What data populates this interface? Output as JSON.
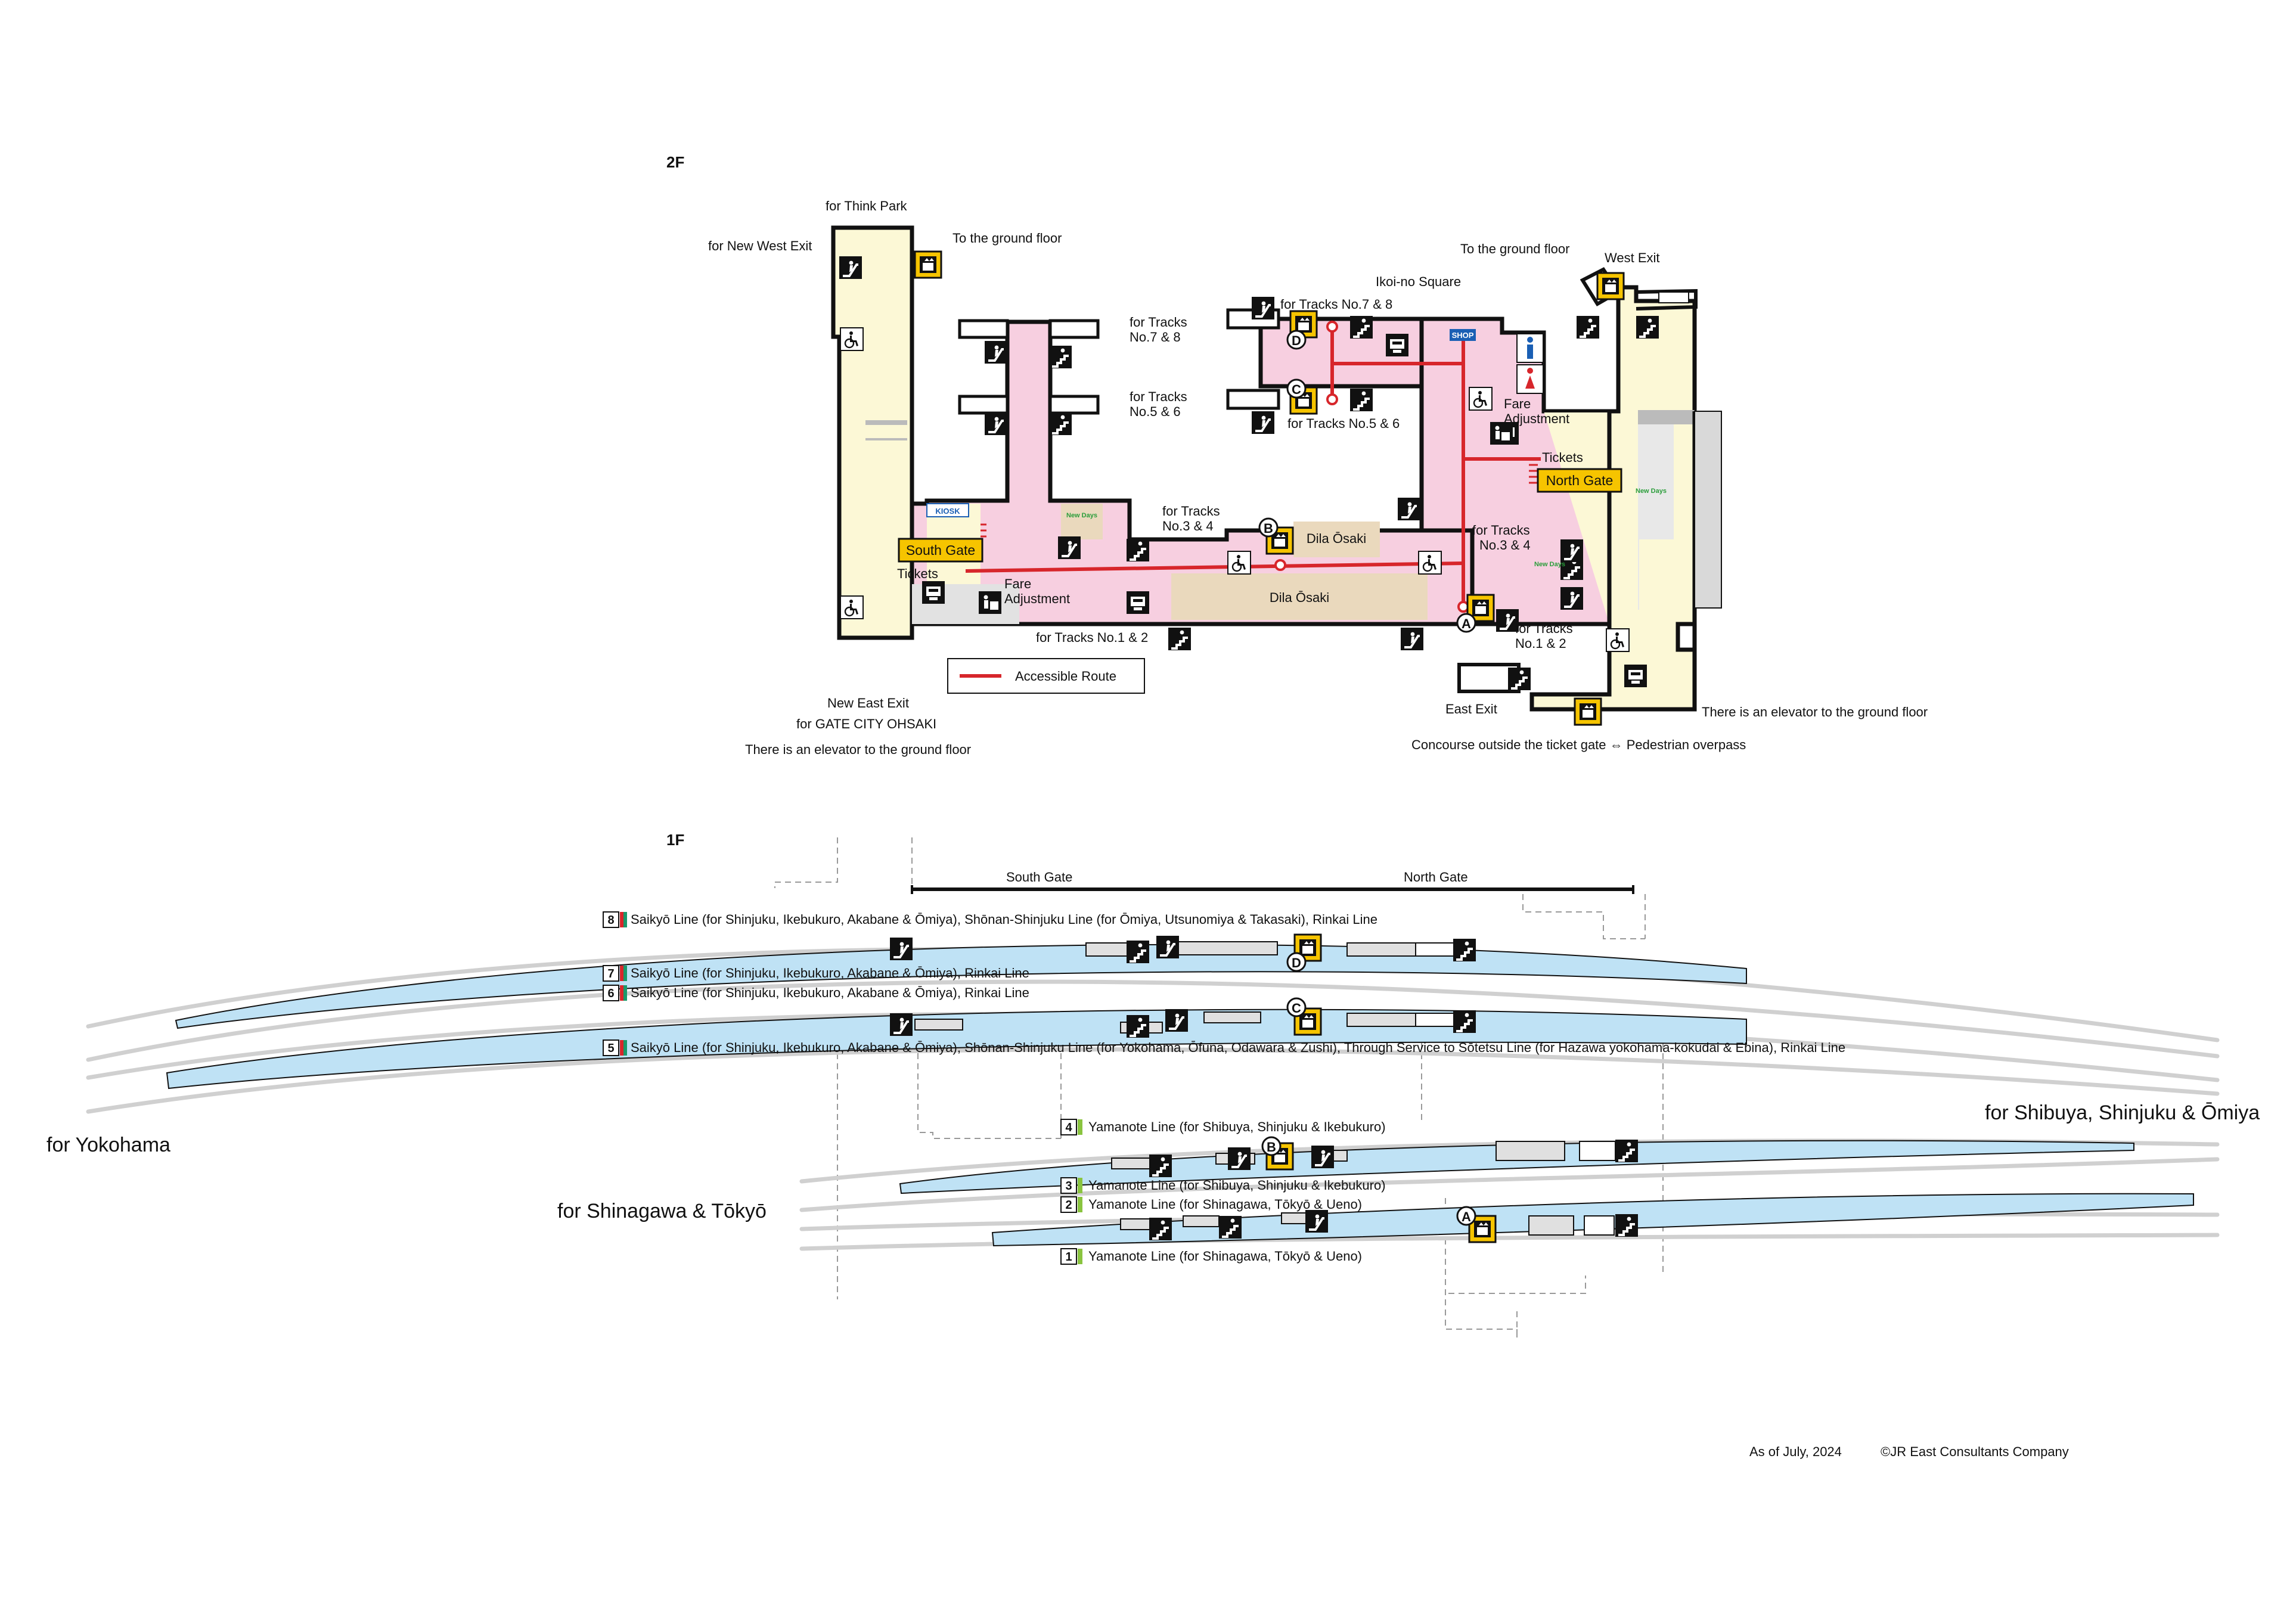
{
  "floors": {
    "f2": "2F",
    "f1": "1F"
  },
  "upper": {
    "for_think_park": "for Think Park",
    "for_new_west_exit": "for New West Exit",
    "to_ground_floor_left": "To the ground floor",
    "to_ground_floor_right": "To the ground floor",
    "west_exit": "West Exit",
    "ikoi_no_square": "Ikoi-no Square",
    "for_tracks_7_8_top": "for Tracks No.7 & 8",
    "for_tracks_7_8_left_1": "for Tracks",
    "for_tracks_7_8_left_2": "No.7 & 8",
    "for_tracks_5_6_left_1": "for Tracks",
    "for_tracks_5_6_left_2": "No.5 & 6",
    "for_tracks_5_6_bottom": "for Tracks No.5 & 6",
    "for_tracks_3_4_mid_1": "for Tracks",
    "for_tracks_3_4_mid_2": "No.3 & 4",
    "for_tracks_3_4_right_1": "for Tracks",
    "for_tracks_3_4_right_2": "No.3 & 4",
    "for_tracks_1_2_mid": "for Tracks No.1 & 2",
    "for_tracks_1_2_right_1": "for Tracks",
    "for_tracks_1_2_right_2": "No.1 & 2",
    "south_gate": "South Gate",
    "north_gate": "North Gate",
    "tickets_left": "Tickets",
    "tickets_right": "Tickets",
    "fare_adjustment_left_1": "Fare",
    "fare_adjustment_left_2": "Adjustment",
    "fare_adjustment_right_1": "Fare",
    "fare_adjustment_right_2": "Adjustment",
    "dila_osaki_small": "Dila Ōsaki",
    "dila_osaki_large": "Dila Ōsaki",
    "kiosk": "KIOSK",
    "shop": "SHOP",
    "newdays": "New Days",
    "accessible_route": "Accessible Route",
    "new_east_exit": "New East Exit",
    "for_gate_city": "for GATE CITY OHSAKI",
    "elevator_note_left": "There is an elevator to the ground floor",
    "east_exit": "East Exit",
    "elevator_note_right": "There is an elevator to the ground floor",
    "concourse_note": "Concourse outside the ticket gate ⇔ Pedestrian overpass",
    "markers": {
      "a": "A",
      "b": "B",
      "c": "C",
      "d": "D"
    }
  },
  "lower": {
    "south_gate": "South Gate",
    "north_gate": "North Gate",
    "tracks": [
      {
        "no": "8",
        "label": "Saikyō Line (for Shinjuku, Ikebukuro, Akabane & Ōmiya), Shōnan-Shinjuku Line (for Ōmiya, Utsunomiya & Takasaki), Rinkai Line"
      },
      {
        "no": "7",
        "label": "Saikyō Line (for Shinjuku, Ikebukuro, Akabane & Ōmiya), Rinkai Line"
      },
      {
        "no": "6",
        "label": "Saikyō Line (for Shinjuku, Ikebukuro, Akabane & Ōmiya), Rinkai Line"
      },
      {
        "no": "5",
        "label": "Saikyō Line (for Shinjuku, Ikebukuro, Akabane & Ōmiya), Shōnan-Shinjuku Line (for Yokohama, Ōfuna, Odawara & Zushi), Through Service to Sōtetsu Line (for Hazawa yokohama-kokudai & Ebina), Rinkai Line"
      },
      {
        "no": "4",
        "label": "Yamanote Line (for Shibuya, Shinjuku & Ikebukuro)"
      },
      {
        "no": "3",
        "label": "Yamanote Line (for Shibuya, Shinjuku & Ikebukuro)"
      },
      {
        "no": "2",
        "label": "Yamanote Line (for Shinagawa, Tōkyō & Ueno)"
      },
      {
        "no": "1",
        "label": "Yamanote Line (for Shinagawa, Tōkyō & Ueno)"
      }
    ],
    "for_yokohama": "for Yokohama",
    "for_shibuya": "for Shibuya, Shinjuku & Ōmiya",
    "for_shinagawa": "for Shinagawa & Tōkyō",
    "markers": {
      "a": "A",
      "b": "B",
      "c": "C",
      "d": "D"
    }
  },
  "footer": {
    "as_of": "As of July, 2024",
    "copyright": "©JR East Consultants Company"
  },
  "colors": {
    "concourse": "#f7cfe0",
    "corridor": "#fcf8d6",
    "platform": "#bfe2f5",
    "shop": "#ead9bd",
    "gate": "#f6c400",
    "accessible_route": "#d7262b",
    "saikyo": "#1a9a6c",
    "yamanote": "#8ac43f"
  }
}
